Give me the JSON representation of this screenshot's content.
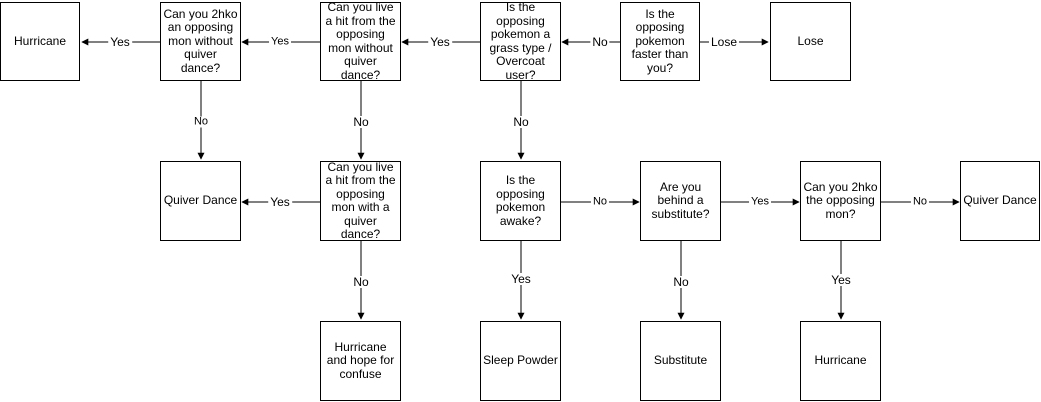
{
  "nodes": {
    "hurricane_top": "Hurricane",
    "q_2hko_without": "Can you 2hko an opposing mon without quiver dance?",
    "q_live_without": "Can you live a hit from the opposing mon without quiver dance?",
    "q_grass": "Is the opposing pokemon a grass type / Overcoat user?",
    "q_faster": "Is the opposing pokemon faster than you?",
    "lose": "Lose",
    "quiver_left": "Quiver Dance",
    "q_live_with": "Can you live a hit from the opposing mon with a quiver dance?",
    "q_awake": "Is the opposing pokemon awake?",
    "q_substitute": "Are you behind a substitute?",
    "q_2hko": "Can you 2hko the opposing mon?",
    "quiver_right": "Quiver Dance",
    "hurricane_hope": "Hurricane and hope for confuse",
    "sleep_powder": "Sleep Powder",
    "substitute": "Substitute",
    "hurricane_bottom": "Hurricane"
  },
  "edges": {
    "e1": "Yes",
    "e2": "Yes",
    "e3": "Yes",
    "e4": "No",
    "e5": "Lose",
    "e6": "No",
    "e7": "No",
    "e8": "No",
    "e9": "Yes",
    "e10": "No",
    "e11": "No",
    "e12": "Yes",
    "e13": "No",
    "e14": "Yes",
    "e15": "No",
    "e16": "Yes"
  }
}
